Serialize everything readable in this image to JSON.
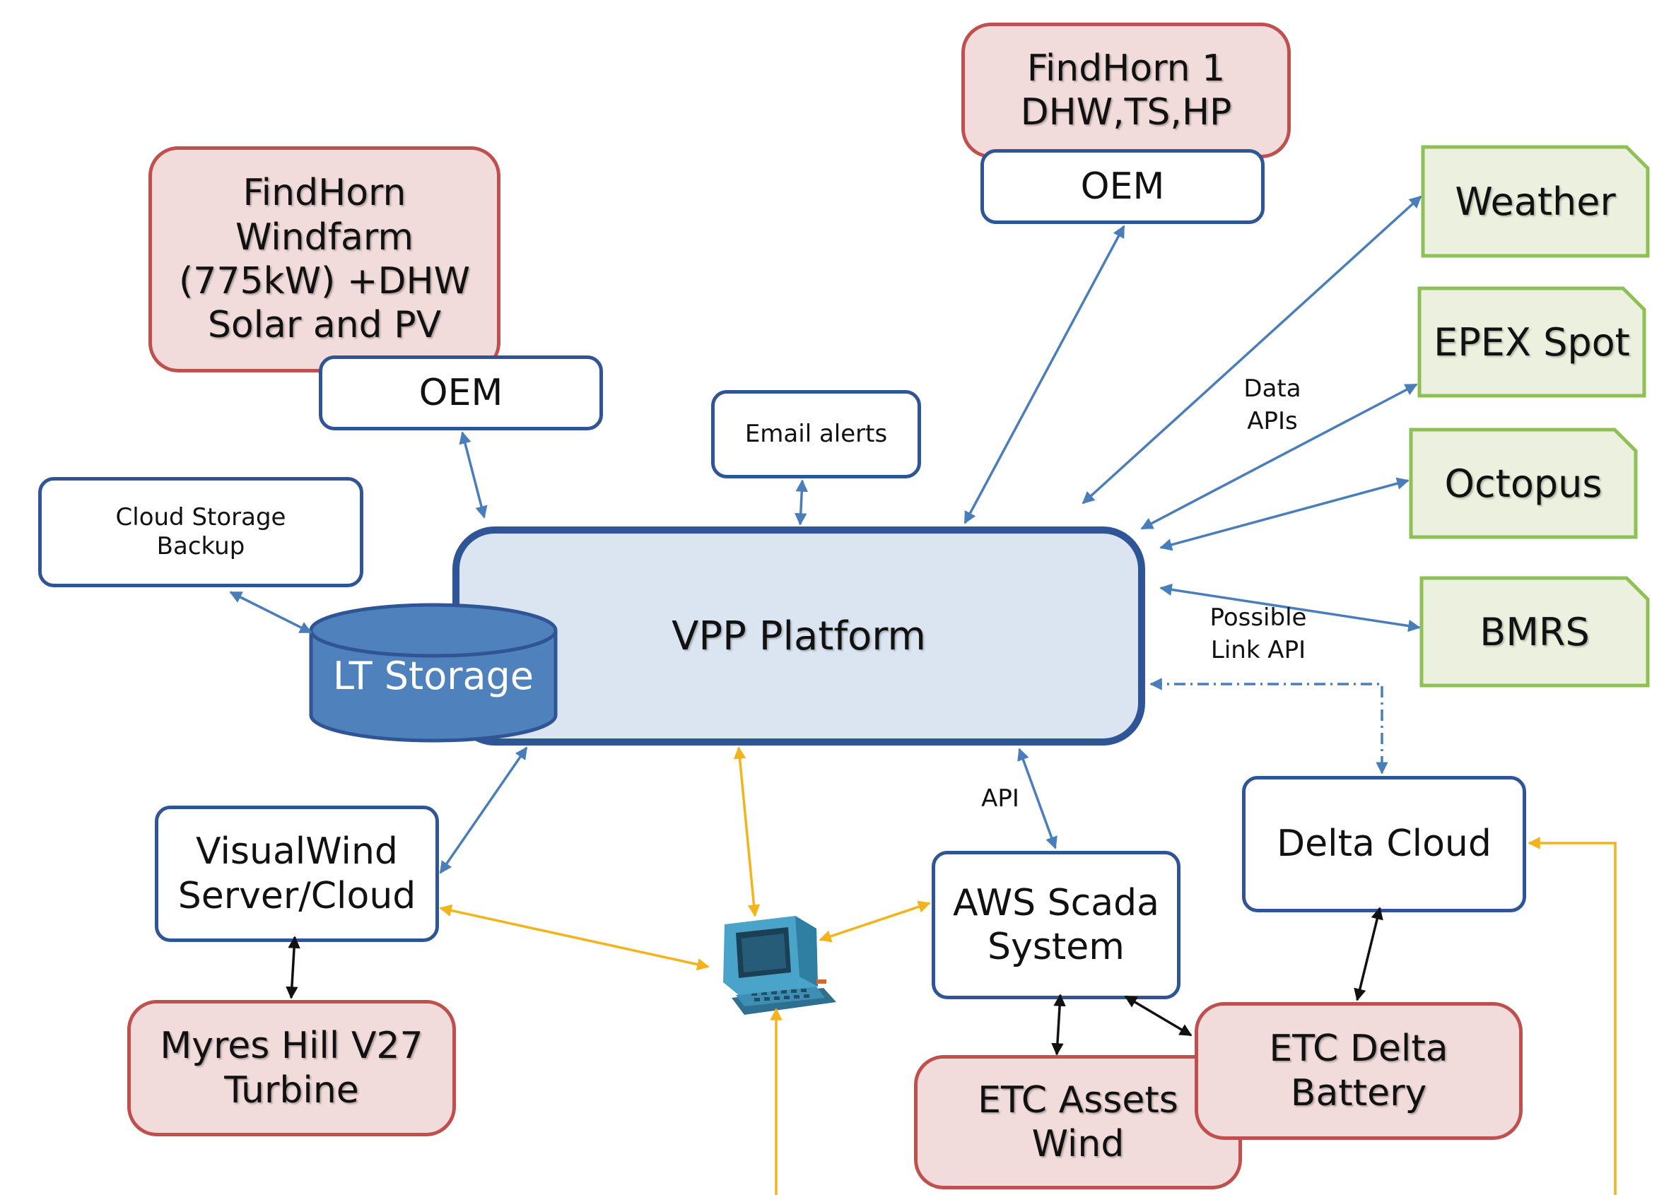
{
  "findhorn_windfarm": {
    "text": "FindHorn\nWindfarm\n(775kW) +DHW\nSolar and PV"
  },
  "oem_left": {
    "text": "OEM"
  },
  "findhorn_1": {
    "text": "FindHorn 1\nDHW,TS,HP"
  },
  "oem_top": {
    "text": "OEM"
  },
  "email_alerts": {
    "text": "Email alerts"
  },
  "cloud_storage_backup": {
    "text": "Cloud Storage\nBackup"
  },
  "vpp_platform": {
    "text": "VPP Platform"
  },
  "lt_storage": {
    "text": "LT Storage"
  },
  "weather": {
    "text": "Weather"
  },
  "epex_spot": {
    "text": "EPEX Spot"
  },
  "octopus": {
    "text": "Octopus"
  },
  "bmrs": {
    "text": "BMRS"
  },
  "data_apis_label": {
    "text": "Data\nAPIs"
  },
  "possible_link_label": {
    "text": "Possible\nLink API"
  },
  "api_label": {
    "text": "API"
  },
  "visualwind": {
    "text": "VisualWind\nServer/Cloud"
  },
  "myres_hill": {
    "text": "Myres Hill V27\nTurbine"
  },
  "aws_scada": {
    "text": "AWS Scada\nSystem"
  },
  "delta_cloud": {
    "text": "Delta Cloud"
  },
  "etc_assets_wind": {
    "text": "ETC Assets\nWind"
  },
  "etc_delta_battery": {
    "text": "ETC Delta\nBattery"
  },
  "colors": {
    "red_fill": "#f2dcdb",
    "red_border": "#c0504d",
    "blue_border": "#2f5597",
    "platform_fill": "#dbe5f2",
    "green_fill": "#ebf1de",
    "green_border": "#8fc056",
    "blue_arrow": "#4a7ebb",
    "yellow_arrow": "#f3b41b",
    "black_arrow": "#111111",
    "storage_fill": "#4f81bd"
  },
  "icons": {
    "terminal": "computer-terminal-icon"
  }
}
